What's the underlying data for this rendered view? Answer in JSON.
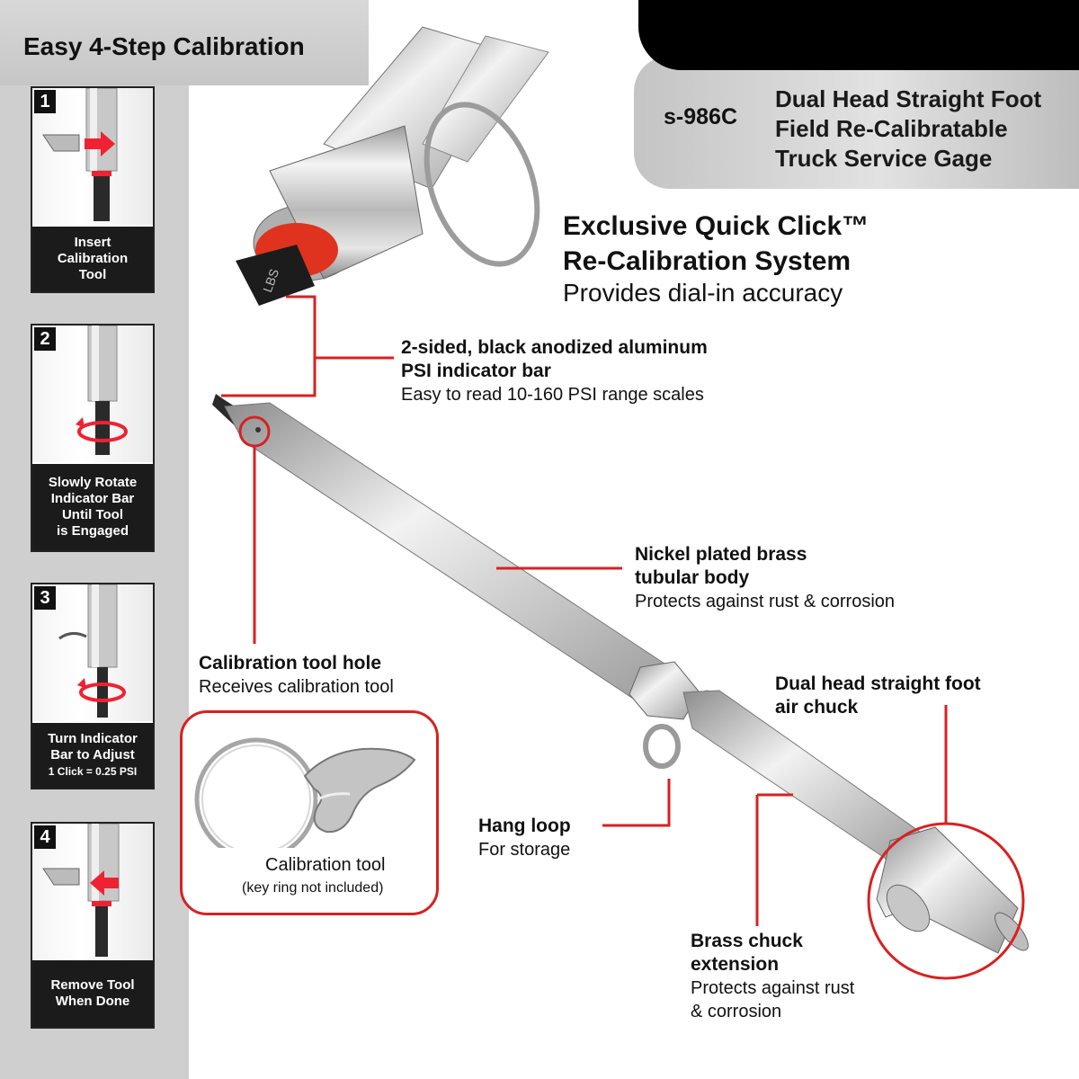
{
  "sidebar": {
    "title": "Easy 4-Step Calibration",
    "steps": [
      {
        "number": "1",
        "lines": [
          "Insert",
          "Calibration",
          "Tool"
        ]
      },
      {
        "number": "2",
        "lines": [
          "Slowly Rotate",
          "Indicator Bar",
          "Until Tool",
          "is Engaged"
        ]
      },
      {
        "number": "3",
        "lines": [
          "Turn Indicator",
          "Bar to Adjust",
          "1 Click = 0.25 PSI"
        ]
      },
      {
        "number": "4",
        "lines": [
          "Remove Tool",
          "When Done"
        ]
      }
    ]
  },
  "header": {
    "model": "s-986C",
    "product_lines": [
      "Dual Head Straight Foot",
      "Field Re-Calibratable",
      "Truck Service Gage"
    ]
  },
  "headline": {
    "line1": "Exclusive Quick Click™",
    "line2": "Re-Calibration System",
    "sub": "Provides dial-in accuracy"
  },
  "callouts": {
    "indicator_bar": {
      "title1": "2-sided, black anodized aluminum",
      "title2": "PSI indicator bar",
      "text": "Easy to read 10-160 PSI range scales"
    },
    "body": {
      "title1": "Nickel plated brass",
      "title2": "tubular body",
      "text": "Protects against rust & corrosion"
    },
    "cal_hole": {
      "title": "Calibration tool hole",
      "text": "Receives calibration tool"
    },
    "air_chuck": {
      "title1": "Dual head straight foot",
      "title2": "air chuck"
    },
    "hang_loop": {
      "title": "Hang loop",
      "text": "For storage"
    },
    "chuck_ext": {
      "title1": "Brass chuck",
      "title2": "extension",
      "text1": "Protects against rust",
      "text2": "& corrosion"
    },
    "cal_tool": {
      "title": "Calibration tool",
      "note": "(key ring not included)"
    }
  },
  "bar_label": "LBS",
  "colors": {
    "accent_red": "#d62222",
    "black": "#000000",
    "sidebar_gray": "#cfcfcf"
  }
}
